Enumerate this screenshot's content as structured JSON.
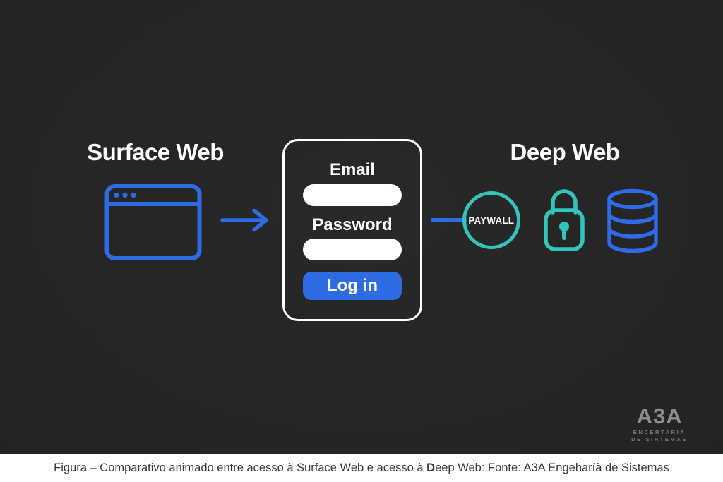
{
  "headings": {
    "surface": "Surface Web",
    "deep": "Deep Web"
  },
  "login_form": {
    "email_label": "Email",
    "email_value": "",
    "password_label": "Password",
    "password_value": "",
    "login_button": "Log in"
  },
  "paywall": {
    "label": "PAYWALL"
  },
  "icons": {
    "browser": "browser-window-icon",
    "arrow": "arrow-right-icon",
    "paywall_ring": "paywall-circle-icon",
    "lock": "padlock-icon",
    "database": "database-cylinder-icon"
  },
  "logo": {
    "title": "A3A",
    "subtitle_line1": "ENCERTARIA",
    "subtitle_line2": "DE SIRTEMAS"
  },
  "caption": {
    "part1": "Figura – Comparativo animado entre acesso à Surface Web e acesso à ",
    "bold": "D",
    "part2": "eep Web: Fonte: A3A Engeharíà de Sistemas"
  },
  "colors": {
    "background": "#262626",
    "blue": "#2d6ce5",
    "teal": "#33c5bd",
    "white": "#ffffff",
    "logo_gray": "#8d8d8d",
    "caption_text": "#383838",
    "caption_bg": "#ffffff"
  }
}
